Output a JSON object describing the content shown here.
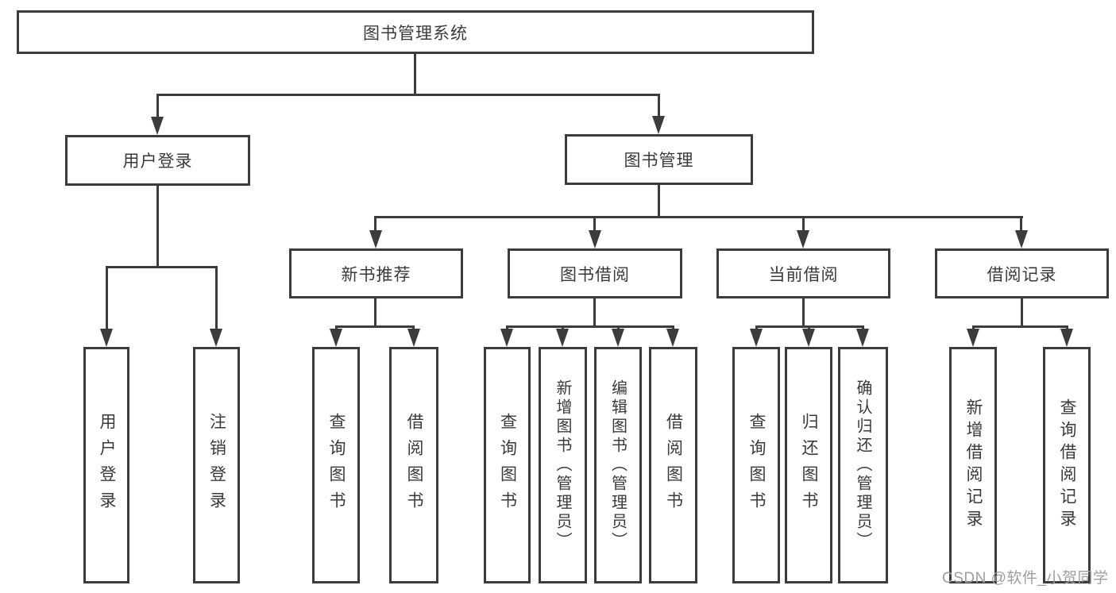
{
  "page": {
    "background_color": "#ffffff",
    "line_color": "#3c3c3c",
    "text_color": "#3a3a3a",
    "watermark": {
      "text": "CSDN @软件_小贺同学",
      "color": "#9e9e9e"
    }
  },
  "tree": {
    "root": {
      "label": "图书管理系统"
    },
    "level2": [
      {
        "label": "用户登录"
      },
      {
        "label": "图书管理"
      }
    ],
    "level3": [
      {
        "label": "新书推荐"
      },
      {
        "label": "图书借阅"
      },
      {
        "label": "当前借阅"
      },
      {
        "label": "借阅记录"
      }
    ],
    "leaves": {
      "user_login": [
        "用户登录",
        "注销登录"
      ],
      "new_book": [
        "查询图书",
        "借阅图书"
      ],
      "book_borrow": [
        "查询图书",
        "新增图书（管理员）",
        "编辑图书（管理员）",
        "借阅图书"
      ],
      "current_borrow": [
        "查询图书",
        "归还图书",
        "确认归还（管理员）"
      ],
      "borrow_record": [
        "新增借阅记录",
        "查询借阅记录"
      ]
    }
  }
}
